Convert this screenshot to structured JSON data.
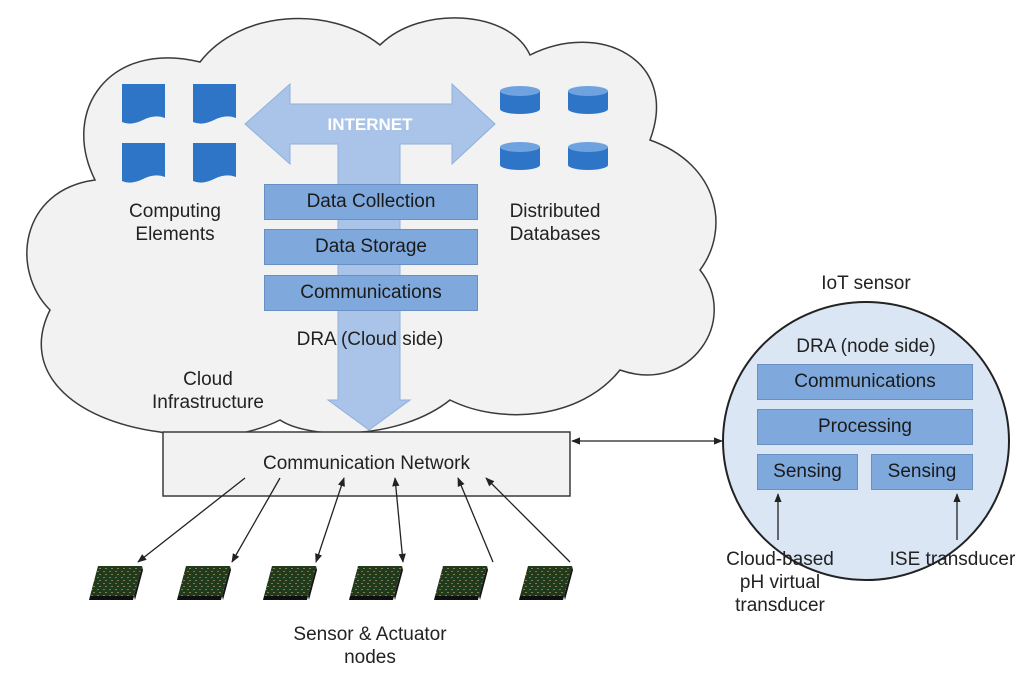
{
  "cloud": {
    "internet_label": "INTERNET",
    "computing_label": [
      "Computing",
      "Elements"
    ],
    "databases_label": [
      "Distributed",
      "Databases"
    ],
    "dra_cloud_boxes": [
      "Data Collection",
      "Data Storage",
      "Communications"
    ],
    "dra_cloud_label": "DRA (Cloud side)",
    "infrastructure_label": [
      "Cloud",
      "Infrastructure"
    ]
  },
  "network": {
    "label": "Communication Network"
  },
  "nodes": {
    "label": [
      "Sensor & Actuator",
      "nodes"
    ],
    "count": 6
  },
  "iot": {
    "title": "IoT sensor",
    "dra_label": "DRA (node side)",
    "communications": "Communications",
    "processing": "Processing",
    "sensing_left": "Sensing",
    "sensing_right": "Sensing",
    "virtual_transducer": [
      "Cloud-based",
      "pH virtual",
      "transducer"
    ],
    "ise_transducer": "ISE transducer"
  },
  "colors": {
    "cloud_fill": "#f2f2f2",
    "box_blue": "#7fa8dc",
    "arrow_blue": "#a9c4e8",
    "iot_fill": "#dbe6f4",
    "icon_blue": "#2e74c7"
  }
}
